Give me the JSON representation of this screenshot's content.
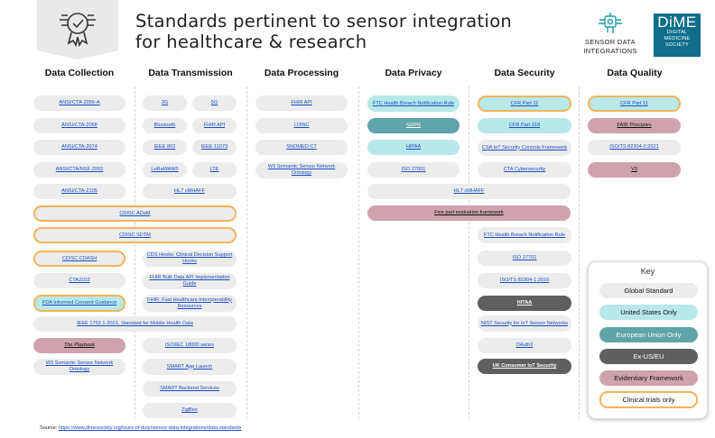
{
  "header": {
    "title_line1": "Standards pertinent to sensor integration",
    "title_line2": "for healthcare & research"
  },
  "logos": {
    "sdi_line1": "SENSOR DATA",
    "sdi_line2": "INTEGRATIONS",
    "dime_big": "DiME",
    "dime_line1": "DIGITAL",
    "dime_line2": "MEDICINE",
    "dime_line3": "SOCIETY"
  },
  "columns": [
    {
      "label": "Data Collection"
    },
    {
      "label": "Data Transmission"
    },
    {
      "label": "Data Processing"
    },
    {
      "label": "Data Privacy"
    },
    {
      "label": "Data Security"
    },
    {
      "label": "Data Quality"
    }
  ],
  "items": [
    {
      "label": "ANSI/CTA-2056-A",
      "cat": "global"
    },
    {
      "label": "ANSI/CTA-2068",
      "cat": "global"
    },
    {
      "label": "ANSI/CTA-2074",
      "cat": "global"
    },
    {
      "label": "ANSI/CTA/NSF-2092",
      "cat": "global"
    },
    {
      "label": "ANSI/CTA-2105",
      "cat": "global"
    },
    {
      "label": "CDISC ADaM",
      "cat": "trials"
    },
    {
      "label": "CDISC SDTM",
      "cat": "trials"
    },
    {
      "label": "CDISC CDASH",
      "cat": "trials"
    },
    {
      "label": "CTA2102",
      "cat": "global"
    },
    {
      "label": "FDA Informed Consent Guidance",
      "cat": "us-trials"
    },
    {
      "label": "IEEE 1752.1-2021, Standard for Mobile Health Data",
      "cat": "global"
    },
    {
      "label": "The Playbook",
      "cat": "evidentiary"
    },
    {
      "label": "W3 Semantic Sensor Network Ontology",
      "cat": "global"
    },
    {
      "label": "2G",
      "cat": "global"
    },
    {
      "label": "5G",
      "cat": "global"
    },
    {
      "label": "Bluetooth",
      "cat": "global"
    },
    {
      "label": "FHIR API",
      "cat": "global"
    },
    {
      "label": "IEEE 802",
      "cat": "global"
    },
    {
      "label": "IEEE 11073",
      "cat": "global"
    },
    {
      "label": "LoRaWAN®",
      "cat": "global"
    },
    {
      "label": "LTE",
      "cat": "global"
    },
    {
      "label": "HL7 cMHAFF",
      "cat": "global"
    },
    {
      "label": "CDS Hooks: Clinical Decision Support Hooks",
      "cat": "global"
    },
    {
      "label": "FHIR Bulk Data API Implementation Guide",
      "cat": "global"
    },
    {
      "label": "FHIR: Fast Healthcare Interoperability Resources",
      "cat": "global"
    },
    {
      "label": "ISO/IEC 18000 series",
      "cat": "global"
    },
    {
      "label": "SMART App Launch",
      "cat": "global"
    },
    {
      "label": "SMART Backend Services",
      "cat": "global"
    },
    {
      "label": "ZigBee",
      "cat": "global"
    },
    {
      "label": "FHIR API",
      "cat": "global"
    },
    {
      "label": "LOINC",
      "cat": "global"
    },
    {
      "label": "SNOMED CT",
      "cat": "global"
    },
    {
      "label": "W3 Semantic Sensor Network Ontology",
      "cat": "global"
    },
    {
      "label": "FTC Health Breach Notification Rule",
      "cat": "us"
    },
    {
      "label": "GDPR",
      "cat": "eu"
    },
    {
      "label": "HIPAA",
      "cat": "us"
    },
    {
      "label": "ISO 27001",
      "cat": "global"
    },
    {
      "label": "HL7 cMHAFF",
      "cat": "global"
    },
    {
      "label": "Five part evaluation framework",
      "cat": "evidentiary"
    },
    {
      "label": "CFR Part 11",
      "cat": "us-trials"
    },
    {
      "label": "CFR Part 318",
      "cat": "us"
    },
    {
      "label": "CSA IoT Security Controls Framework",
      "cat": "global"
    },
    {
      "label": "CTA Cybersecurity",
      "cat": "global"
    },
    {
      "label": "FTC Health Breach Notification Rule",
      "cat": "global"
    },
    {
      "label": "ISO 27701",
      "cat": "global"
    },
    {
      "label": "ISO/TS 82304-1:2016",
      "cat": "global"
    },
    {
      "label": "HITAA",
      "cat": "exus"
    },
    {
      "label": "NIST Security for IoT Sensor Networks",
      "cat": "global"
    },
    {
      "label": "OAuth2",
      "cat": "global"
    },
    {
      "label": "UK Consumer IoT Security",
      "cat": "exus"
    },
    {
      "label": "CFR Part 11",
      "cat": "us-trials"
    },
    {
      "label": "FAIR Principles",
      "cat": "evidentiary"
    },
    {
      "label": "ISO/TS 82304-2:2021",
      "cat": "global"
    },
    {
      "label": "V3",
      "cat": "evidentiary"
    }
  ],
  "key": {
    "title": "Key",
    "items": [
      {
        "label": "Global Standard"
      },
      {
        "label": "United States Only"
      },
      {
        "label": "European Union Only"
      },
      {
        "label": "Ex-US/EU"
      },
      {
        "label": "Evidentiary Framework"
      },
      {
        "label": "Clinical trials only"
      }
    ]
  },
  "source": {
    "prefix": "Source: ",
    "link": "https://www.dimesociety.org/tours-of-duty/sensor-data-integrations/data-standards"
  },
  "colors": {
    "global": "#ececec",
    "us_only": "#b9e8ea",
    "eu_only": "#5fa4a8",
    "ex_us_eu": "#5f5f5f",
    "evidentiary": "#cfa3ae",
    "trials_border": "#f2b45a",
    "link": "#1a4fc0",
    "dime_brand": "#0e6e8c"
  }
}
